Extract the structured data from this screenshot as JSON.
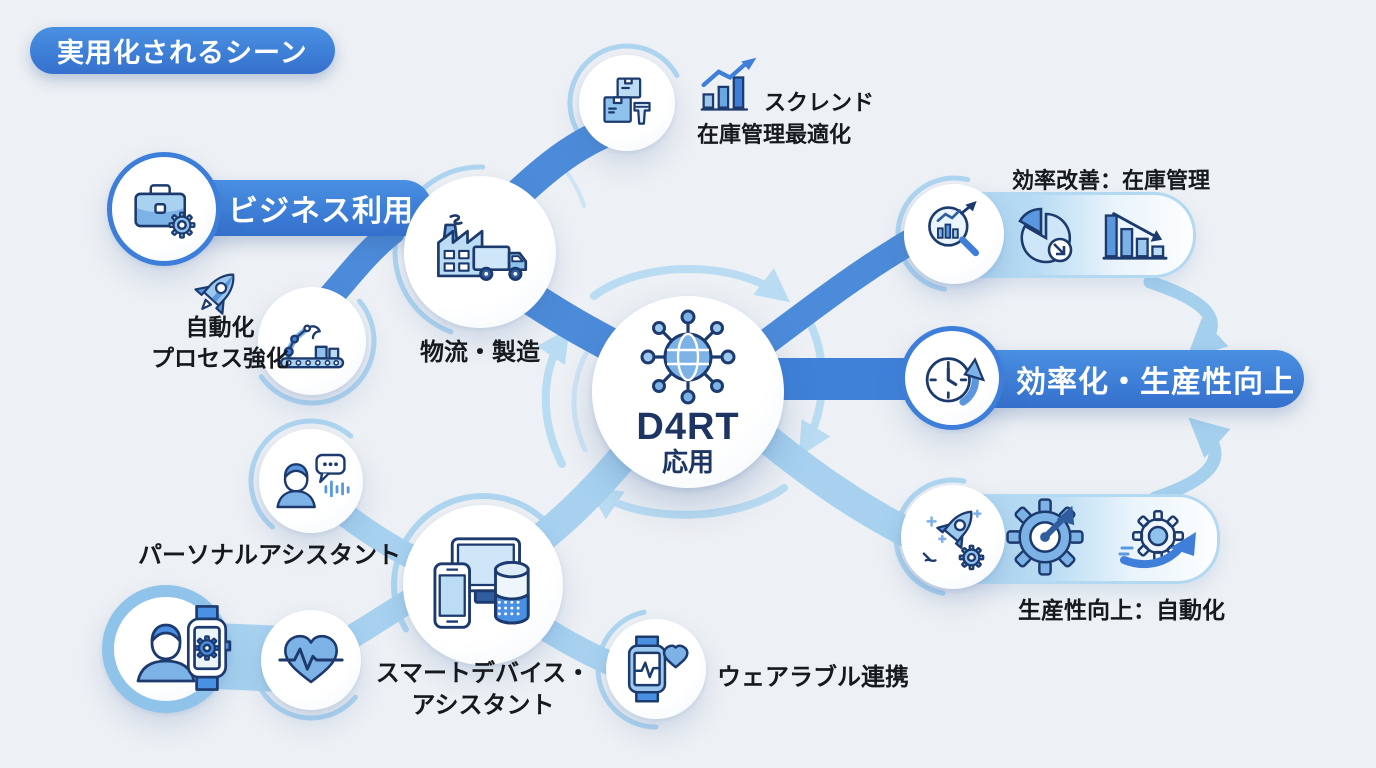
{
  "title": "実用化されるシーン",
  "center": {
    "title": "D4RT",
    "subtitle": "応用",
    "icon": "network-globe-icon"
  },
  "business": {
    "banner": "ビジネス利用",
    "inventory": {
      "line1": "スクレンド",
      "line2": "在庫管理最適化",
      "icon": "boxes-scanner-icon"
    },
    "automation": {
      "line1": "自動化",
      "line2": "プロセス強化",
      "icon": "robot-arm-icon"
    },
    "logistics": {
      "label": "物流・製造",
      "icon": "factory-truck-icon"
    }
  },
  "efficiency": {
    "banner": "効率化・生産性向上",
    "inventory_caption": "効率改善：在庫管理",
    "productivity_caption": "生産性向上：自動化"
  },
  "personal": {
    "assistant": "パーソナルアシスタント",
    "smart_device": {
      "line1": "スマートデバイス・",
      "line2": "アシスタント"
    },
    "wearable": "ウェアラブル連携"
  },
  "colors": {
    "background": "#edf0f4",
    "primary_blue": "#3c7ed9",
    "banner_gradient_start": "#4a90e2",
    "banner_gradient_end": "#3470cd",
    "band_medium": "#4c8bd9",
    "band_light": "#a7d1ef",
    "arc_light": "#b9dcf2",
    "icon_stroke": "#1d3a6e",
    "text_dark": "#16191d",
    "center_text": "#1c3563"
  }
}
